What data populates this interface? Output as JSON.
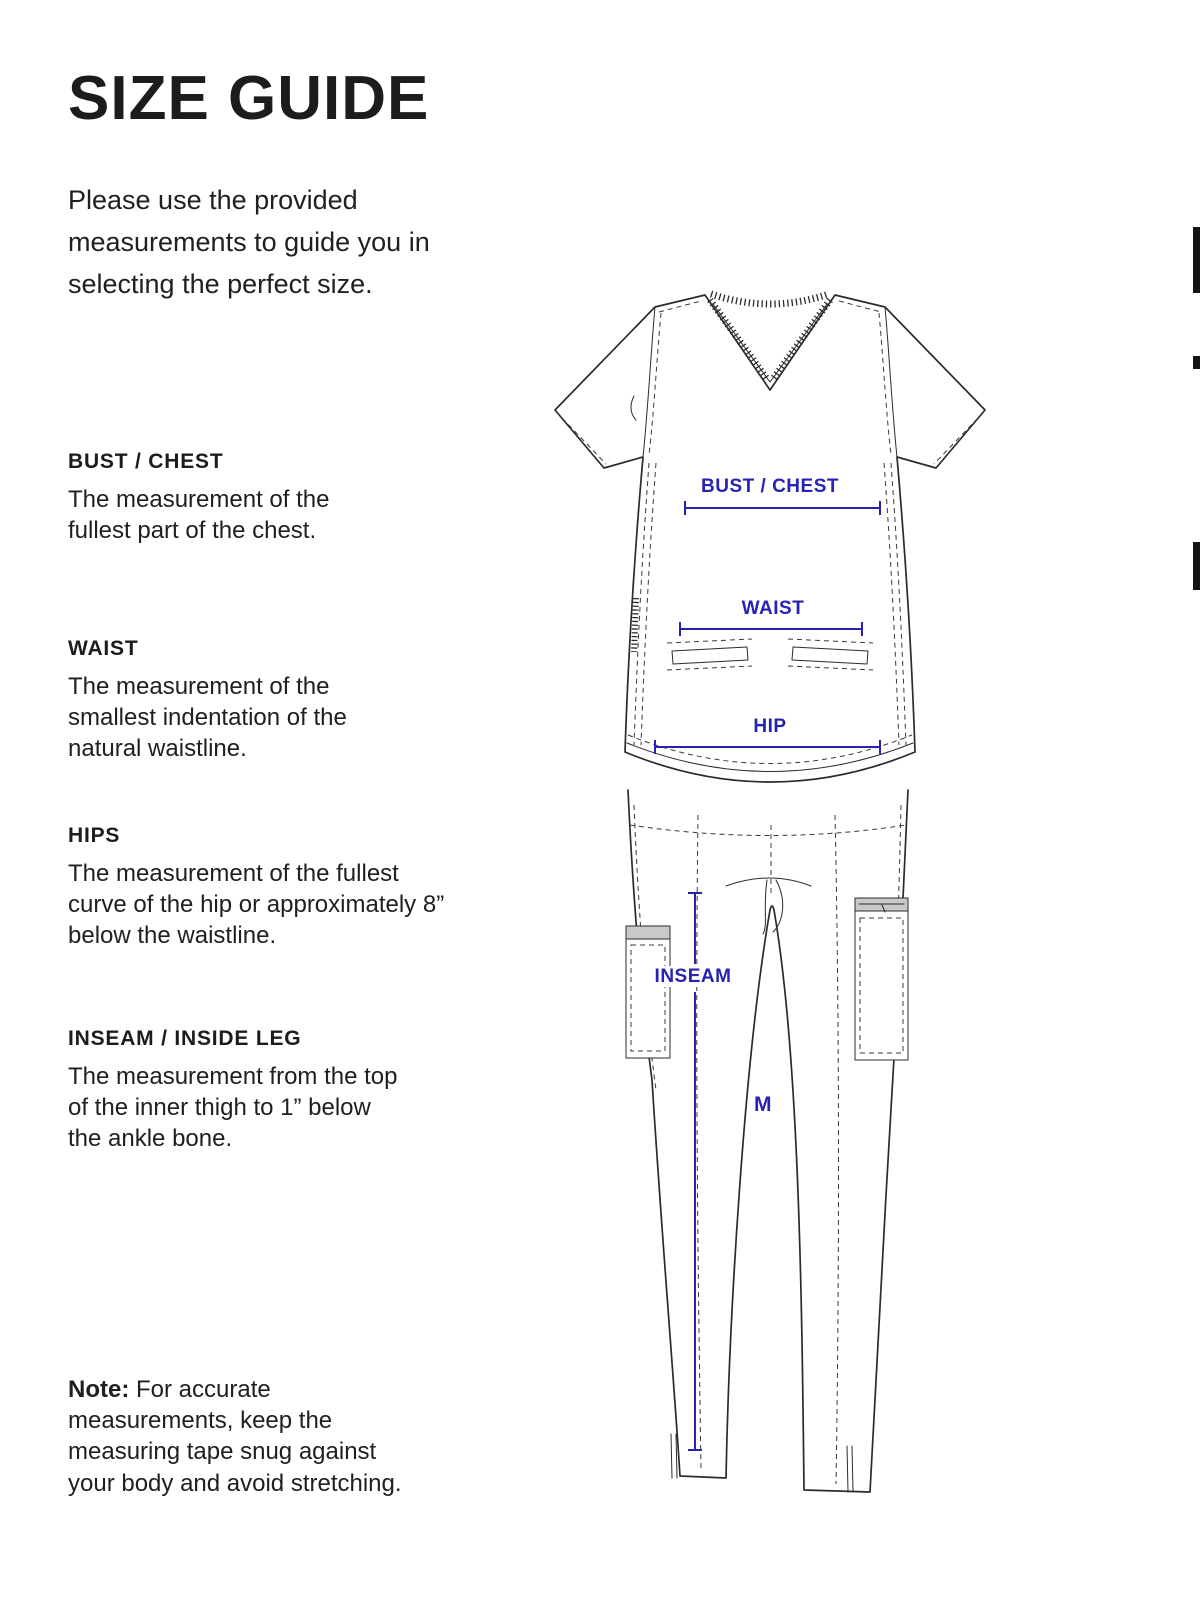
{
  "page": {
    "title": "SIZE GUIDE",
    "intro": "Please use the provided measurements to guide you in selecting the perfect size.",
    "sections": [
      {
        "heading": "BUST / CHEST",
        "body": "The measurement of the fullest part of the chest."
      },
      {
        "heading": "WAIST",
        "body": "The measurement of the smallest indentation of the natural waistline."
      },
      {
        "heading": "HIPS",
        "body": "The measurement of the fullest curve of the hip or approximately 8” below the waistline."
      },
      {
        "heading": "INSEAM / INSIDE LEG",
        "body": "The measurement from the top of the inner thigh to 1” below the ankle bone."
      }
    ],
    "note_label": "Note:",
    "note_body": " For accurate measurements, keep the measuring tape snug against your body and avoid stretching."
  },
  "diagram": {
    "labels": {
      "bust": "BUST / CHEST",
      "waist": "WAIST",
      "hip": "HIP",
      "inseam": "INSEAM",
      "size": "M"
    },
    "colors": {
      "annotation": "#2722b2",
      "line_art": "#2b2b2b"
    }
  }
}
